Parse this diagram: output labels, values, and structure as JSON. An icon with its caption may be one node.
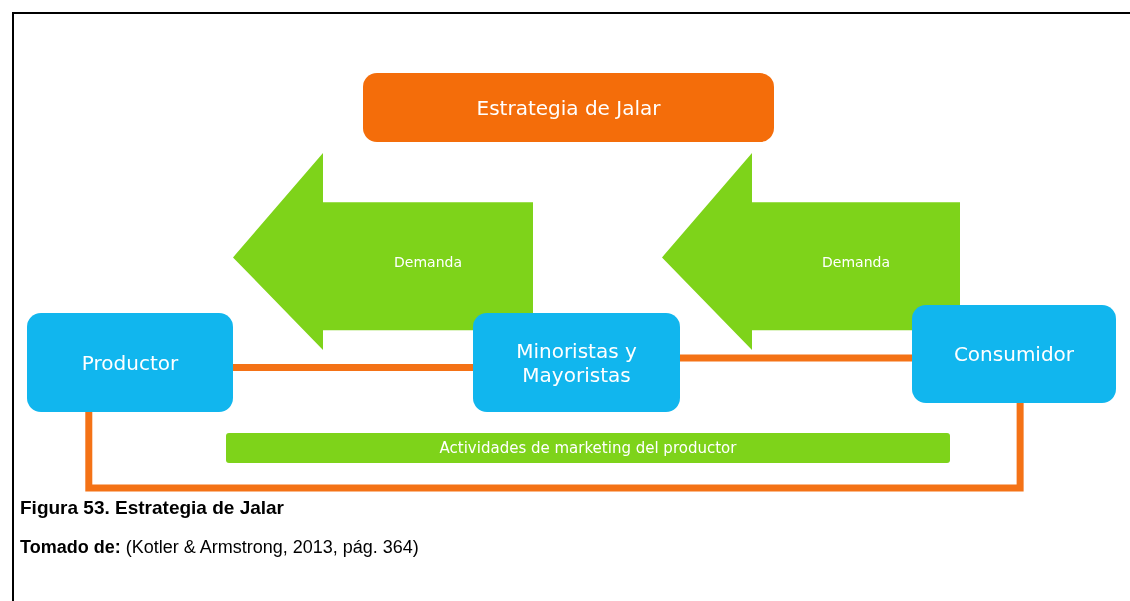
{
  "diagram": {
    "caption": "Figura 53.  Estrategia de Jalar",
    "nodes": [
      {
        "text": [
          "Estrategia de Jalar"
        ]
      },
      {
        "text": [
          "Demanda"
        ]
      },
      {
        "text": [
          "Demanda"
        ]
      },
      {
        "text": [
          "Productor"
        ]
      },
      {
        "text": [
          "Minoristas y Mayoristas"
        ]
      },
      {
        "text": [
          "Consumidor"
        ]
      },
      {
        "text": [
          "Actividades de marketing del productor"
        ]
      }
    ],
    "edges": [
      {
        "from": 3,
        "to": 4,
        "arrow": "none"
      },
      {
        "from": 4,
        "to": 5,
        "arrow": "none"
      },
      {
        "from": 3,
        "to": 5,
        "arrow": "none"
      }
    ],
    "labels": [
      "**Tomado de:** (Kotler & Armstrong, 2013, pág. 364)"
    ]
  }
}
